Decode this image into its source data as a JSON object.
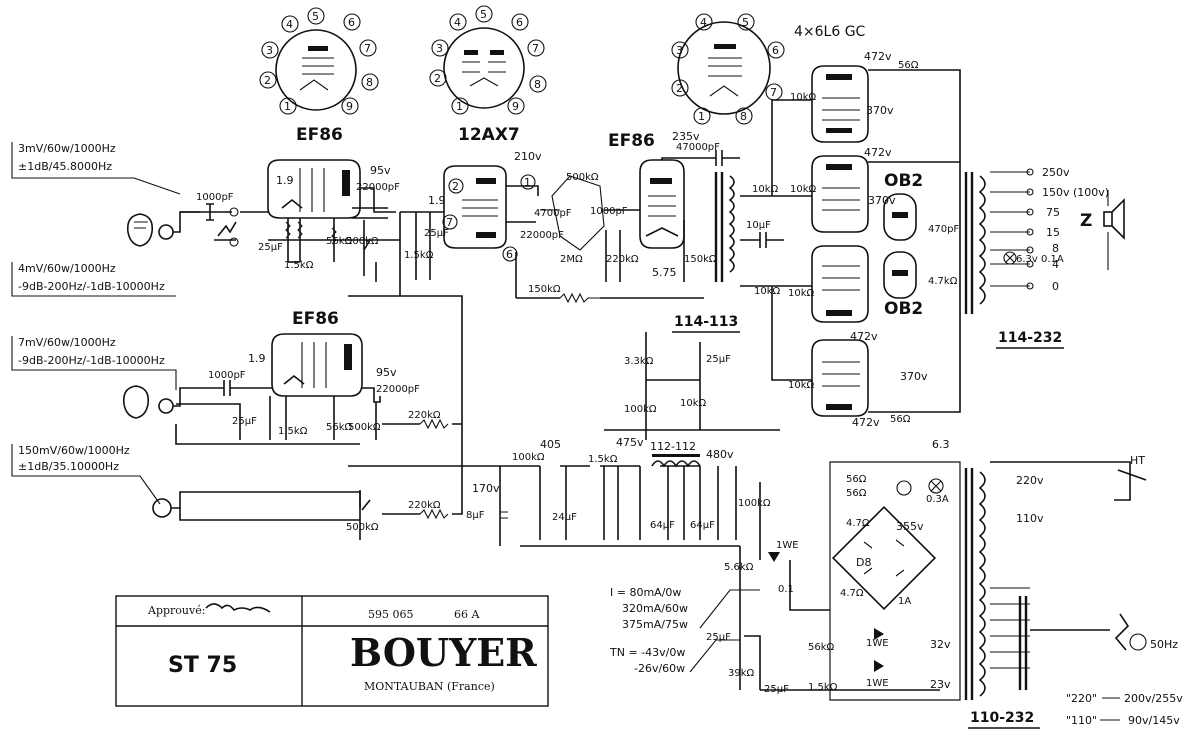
{
  "tubes": {
    "ef86_top": "EF86",
    "ax7": "12AX7",
    "ef86_mid": "EF86",
    "ef86_bottom": "EF86",
    "power": "4×6L6 GC",
    "reg1": "OB2",
    "reg2": "OB2"
  },
  "inputs": {
    "in1_line1": "3mV/60w/1000Hz",
    "in1_line2": "±1dB/45.8000Hz",
    "in2_line1": "4mV/60w/1000Hz",
    "in2_line2": "-9dB-200Hz/-1dB-10000Hz",
    "in3_line1": "7mV/60w/1000Hz",
    "in3_line2": "-9dB-200Hz/-1dB-10000Hz",
    "in4_line1": "150mV/60w/1000Hz",
    "in4_line2": "±1dB/35.10000Hz"
  },
  "outputs": {
    "taps": [
      "250v",
      "150v (100v)",
      "75",
      "15",
      "8",
      "4",
      "0"
    ],
    "z_label": "Z",
    "lamp": "6.3v 0.1A"
  },
  "refs": {
    "driver_xfmr": "114-113",
    "output_xfmr": "114-232",
    "mains_xfmr": "110-232",
    "choke": "112-112"
  },
  "mains": {
    "ht": "HT",
    "v220": "220v",
    "v110": "110v",
    "freq": "50Hz",
    "note1_a": "\"220\"",
    "note1_b": "200v/255v",
    "note2_a": "\"110\"",
    "note2_b": "90v/145v",
    "fuse": "1A",
    "lamp_fuse": "0.3A",
    "bridge": "D8",
    "v_63": "6.3",
    "v_32": "32v",
    "v_23": "23v",
    "v_355": "355v"
  },
  "currents": {
    "line1": "I = 80mA/0w",
    "line2": "320mA/60w",
    "line3": "375mA/75w"
  },
  "bias": {
    "line1": "TN = -43v/0w",
    "line2": "-26v/60w"
  },
  "voltages": [
    "1.9",
    "95v",
    "210v",
    "235v",
    "1.9",
    "95v",
    "472v",
    "370v",
    "472v",
    "370v",
    "472v",
    "370v",
    "472v",
    "370v",
    "5.75",
    "405",
    "475v",
    "480v",
    "170v"
  ],
  "components": {
    "c1000": "1000pF",
    "c22000": "22000pF",
    "c47000": "47000pF",
    "c4700": "4700pF",
    "c1000b": "1000pF",
    "c25": "25µF",
    "c8": "8µF",
    "c64": "64µF",
    "c24": "24µF",
    "c10": "10µF",
    "c470": "470pF",
    "c01": "0.1",
    "r220k": "220kΩ",
    "r150k": "150kΩ",
    "r100k": "100kΩ",
    "r10k": "10kΩ",
    "r15k": "1.5kΩ",
    "r56k": "56kΩ",
    "r500k": "500kΩ",
    "r56": "56Ω",
    "r33k": "3.3kΩ",
    "r47k": "4.7kΩ",
    "r39k": "39kΩ",
    "r56k_b": "5.6kΩ",
    "r2M": "2MΩ",
    "r500kb": "500kΩ",
    "r47": "4.7Ω",
    "r56o": "56Ω",
    "d1": "1WE"
  },
  "titleblock": {
    "approved_label": "Approuvé:",
    "drawing_number": "595 065",
    "revision": "66 A",
    "model": "ST 75",
    "brand": "BOUYER",
    "city": "MONTAUBAN (France)"
  }
}
